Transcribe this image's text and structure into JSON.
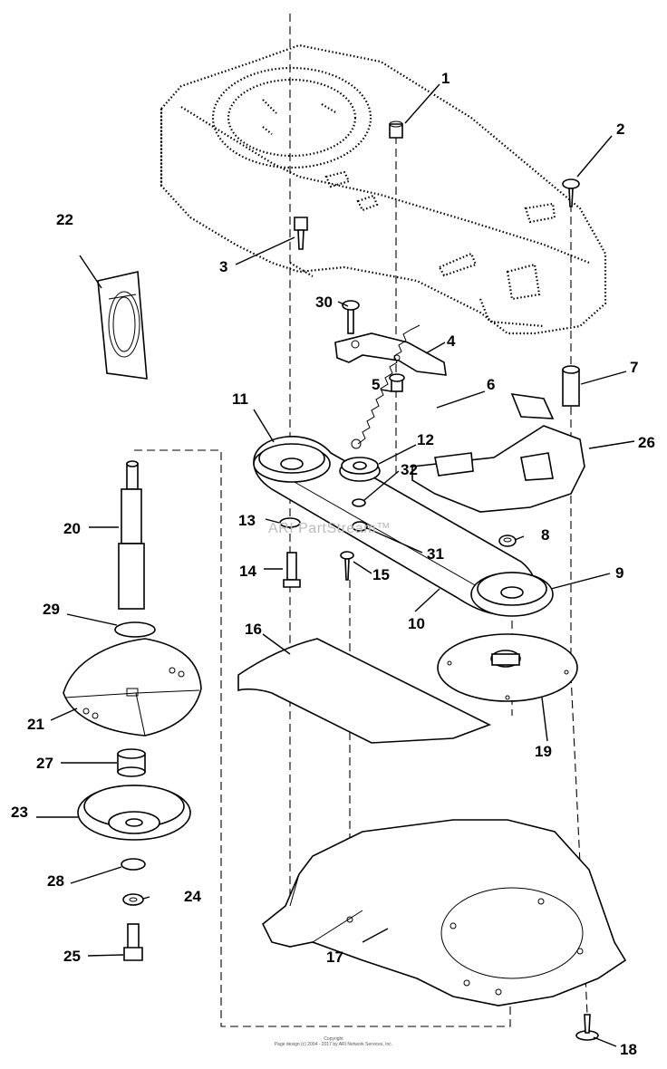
{
  "watermark": "ARI PartStream™",
  "copyright": {
    "line1": "Copyright",
    "line2": "Page design (c) 2004 - 2017 by ARI Network Services, Inc."
  },
  "callouts": [
    "1",
    "2",
    "3",
    "4",
    "5",
    "6",
    "7",
    "8",
    "9",
    "10",
    "11",
    "12",
    "13",
    "14",
    "15",
    "16",
    "17",
    "18",
    "19",
    "20",
    "21",
    "22",
    "23",
    "24",
    "25",
    "26",
    "27",
    "28",
    "29",
    "30",
    "31",
    "32"
  ]
}
